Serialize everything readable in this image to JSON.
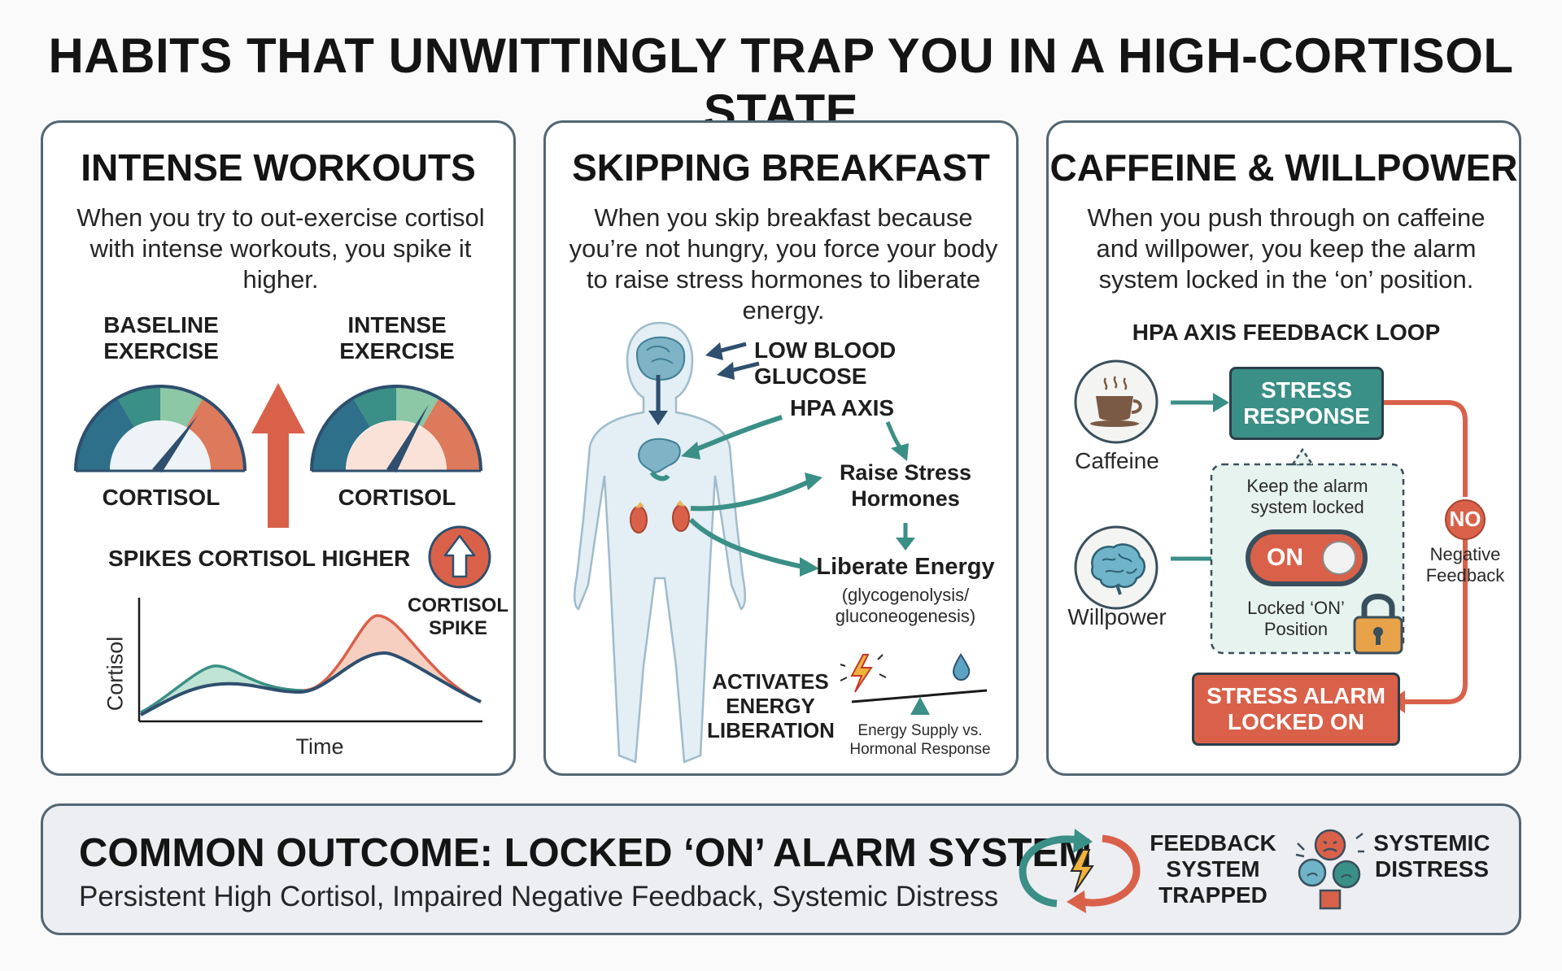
{
  "title": "HABITS THAT UNWITTINGLY TRAP YOU IN A HIGH-CORTISOL STATE",
  "colors": {
    "teal": "#3a8f86",
    "coral": "#d9614a",
    "navy": "#2e4f6e",
    "border": "#536673"
  },
  "panel1": {
    "heading": "INTENSE WORKOUTS",
    "desc": "When you try to out-exercise cortisol with intense workouts, you spike it higher.",
    "gauge1_label": "BASELINE EXERCISE",
    "gauge2_label": "INTENSE EXERCISE",
    "gauge_caption": "CORTISOL",
    "gauge_caption2": "CORTISOL",
    "spike_text": "SPIKES CORTISOL HIGHER",
    "spike_note": "CORTISOL SPIKE",
    "y_axis": "Cortisol",
    "x_axis": "Time"
  },
  "panel2": {
    "heading": "SKIPPING BREAKFAST",
    "desc": "When you skip breakfast because you’re not hungry, you force your body to raise stress hormones to liberate energy.",
    "low_glucose": "LOW BLOOD GLUCOSE",
    "hpa": "HPA AXIS",
    "raise": "Raise Stress Hormones",
    "liberate": "Liberate Energy",
    "liberate_sub": "(glycogenolysis/ gluconeogenesis)",
    "activates": "ACTIVATES ENERGY LIBERATION",
    "balance": "Energy Supply vs. Hormonal Response"
  },
  "panel3": {
    "heading": "CAFFEINE & WILLPOWER",
    "desc": "When you push through on caffeine and willpower, you keep the alarm system locked in the ‘on’ position.",
    "loop_title": "HPA AXIS FEEDBACK LOOP",
    "caffeine": "Caffeine",
    "willpower": "Willpower",
    "stress_response": "STRESS RESPONSE",
    "keep_locked": "Keep the alarm system locked",
    "toggle": "ON",
    "locked_pos": "Locked ‘ON’ Position",
    "no": "NO",
    "neg_feedback": "Negative Feedback",
    "alarm": "STRESS ALARM LOCKED ON"
  },
  "bottom": {
    "title": "COMMON OUTCOME: LOCKED ‘ON’ ALARM SYSTEM",
    "subtitle": "Persistent High Cortisol, Impaired Negative Feedback, Systemic Distress",
    "feedback": "FEEDBACK SYSTEM TRAPPED",
    "distress": "SYSTEMIC DISTRESS"
  },
  "icons": [
    "gauge-icon",
    "up-arrow-icon",
    "human-body-icon",
    "brain-icon",
    "coffee-cup-icon",
    "toggle-switch-icon",
    "padlock-icon",
    "lightning-icon",
    "water-drop-icon",
    "balance-scale-icon",
    "cycle-arrows-icon",
    "stressed-faces-icon"
  ]
}
